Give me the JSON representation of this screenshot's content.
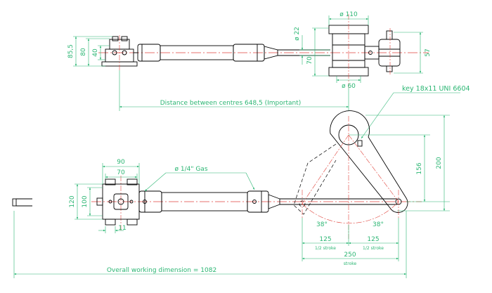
{
  "colors": {
    "outline": "#000000",
    "centerline": "#e0443c",
    "dimension": "#2bb673",
    "dimension_text": "#2bb673",
    "background": "#ffffff"
  },
  "top_view": {
    "dim_phi110": "ø 110",
    "dim_phi22": "ø 22",
    "dim_phi60": "ø 60",
    "dim_85_5": "85,5",
    "dim_80": "80",
    "dim_40": "40",
    "dim_70": "70",
    "dim_57": "57"
  },
  "centres_label": "Distance between centres 648,5 (Important)",
  "key_label": "key 18x11 UNI 6604",
  "front_view": {
    "dim_90": "90",
    "dim_70": "70",
    "dim_120": "120",
    "dim_100": "100",
    "dim_11": "11",
    "gas_label": "ø 1/4\" Gas",
    "dim_156": "156",
    "dim_200": "200",
    "angle_left": "38°",
    "angle_right": "38°",
    "dim_125_left": "125",
    "dim_125_right": "125",
    "half_stroke_left": "1/2 stroke",
    "half_stroke_right": "1/2 stroke",
    "dim_250": "250",
    "stroke_label": "stroke"
  },
  "overall_label": "Overall working dimension = 1082"
}
